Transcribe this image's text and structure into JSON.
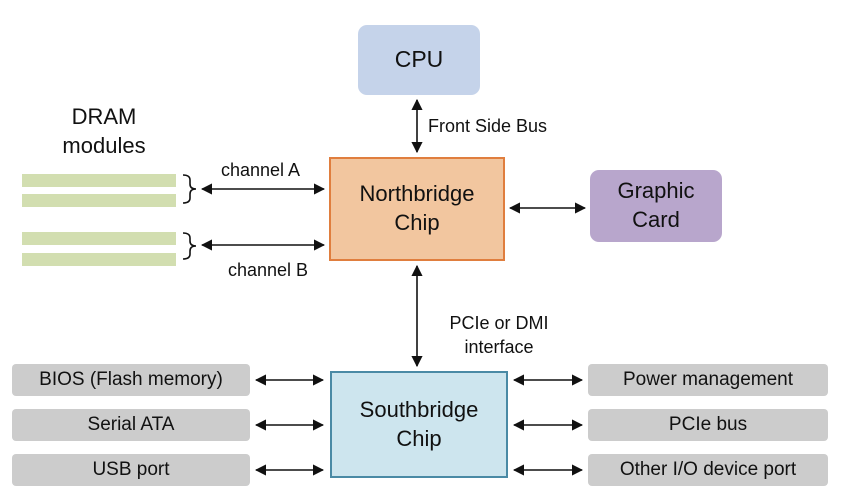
{
  "cpu": "CPU",
  "northbridge": {
    "line1": "Northbridge",
    "line2": "Chip"
  },
  "southbridge": {
    "line1": "Southbridge",
    "line2": "Chip"
  },
  "graphic_card": {
    "line1": "Graphic",
    "line2": "Card"
  },
  "dram": {
    "line1": "DRAM",
    "line2": "modules"
  },
  "links": {
    "front_side_bus": "Front Side Bus",
    "channel_a": "channel A",
    "channel_b": "channel B",
    "pcie_dmi_line1": "PCIe or DMI",
    "pcie_dmi_line2": "interface"
  },
  "left_devices": [
    "BIOS (Flash memory)",
    "Serial ATA",
    "USB port"
  ],
  "right_devices": [
    "Power management",
    "PCIe bus",
    "Other I/O device port"
  ],
  "colors": {
    "cpu": "#c5d3ea",
    "northbridge_fill": "#f2c69f",
    "northbridge_border": "#e07e3e",
    "southbridge_fill": "#cde5ee",
    "southbridge_border": "#4a8aa5",
    "graphic_card": "#b8a6cc",
    "device_box": "#cccccc",
    "dram_stick": "#d2deb0"
  }
}
